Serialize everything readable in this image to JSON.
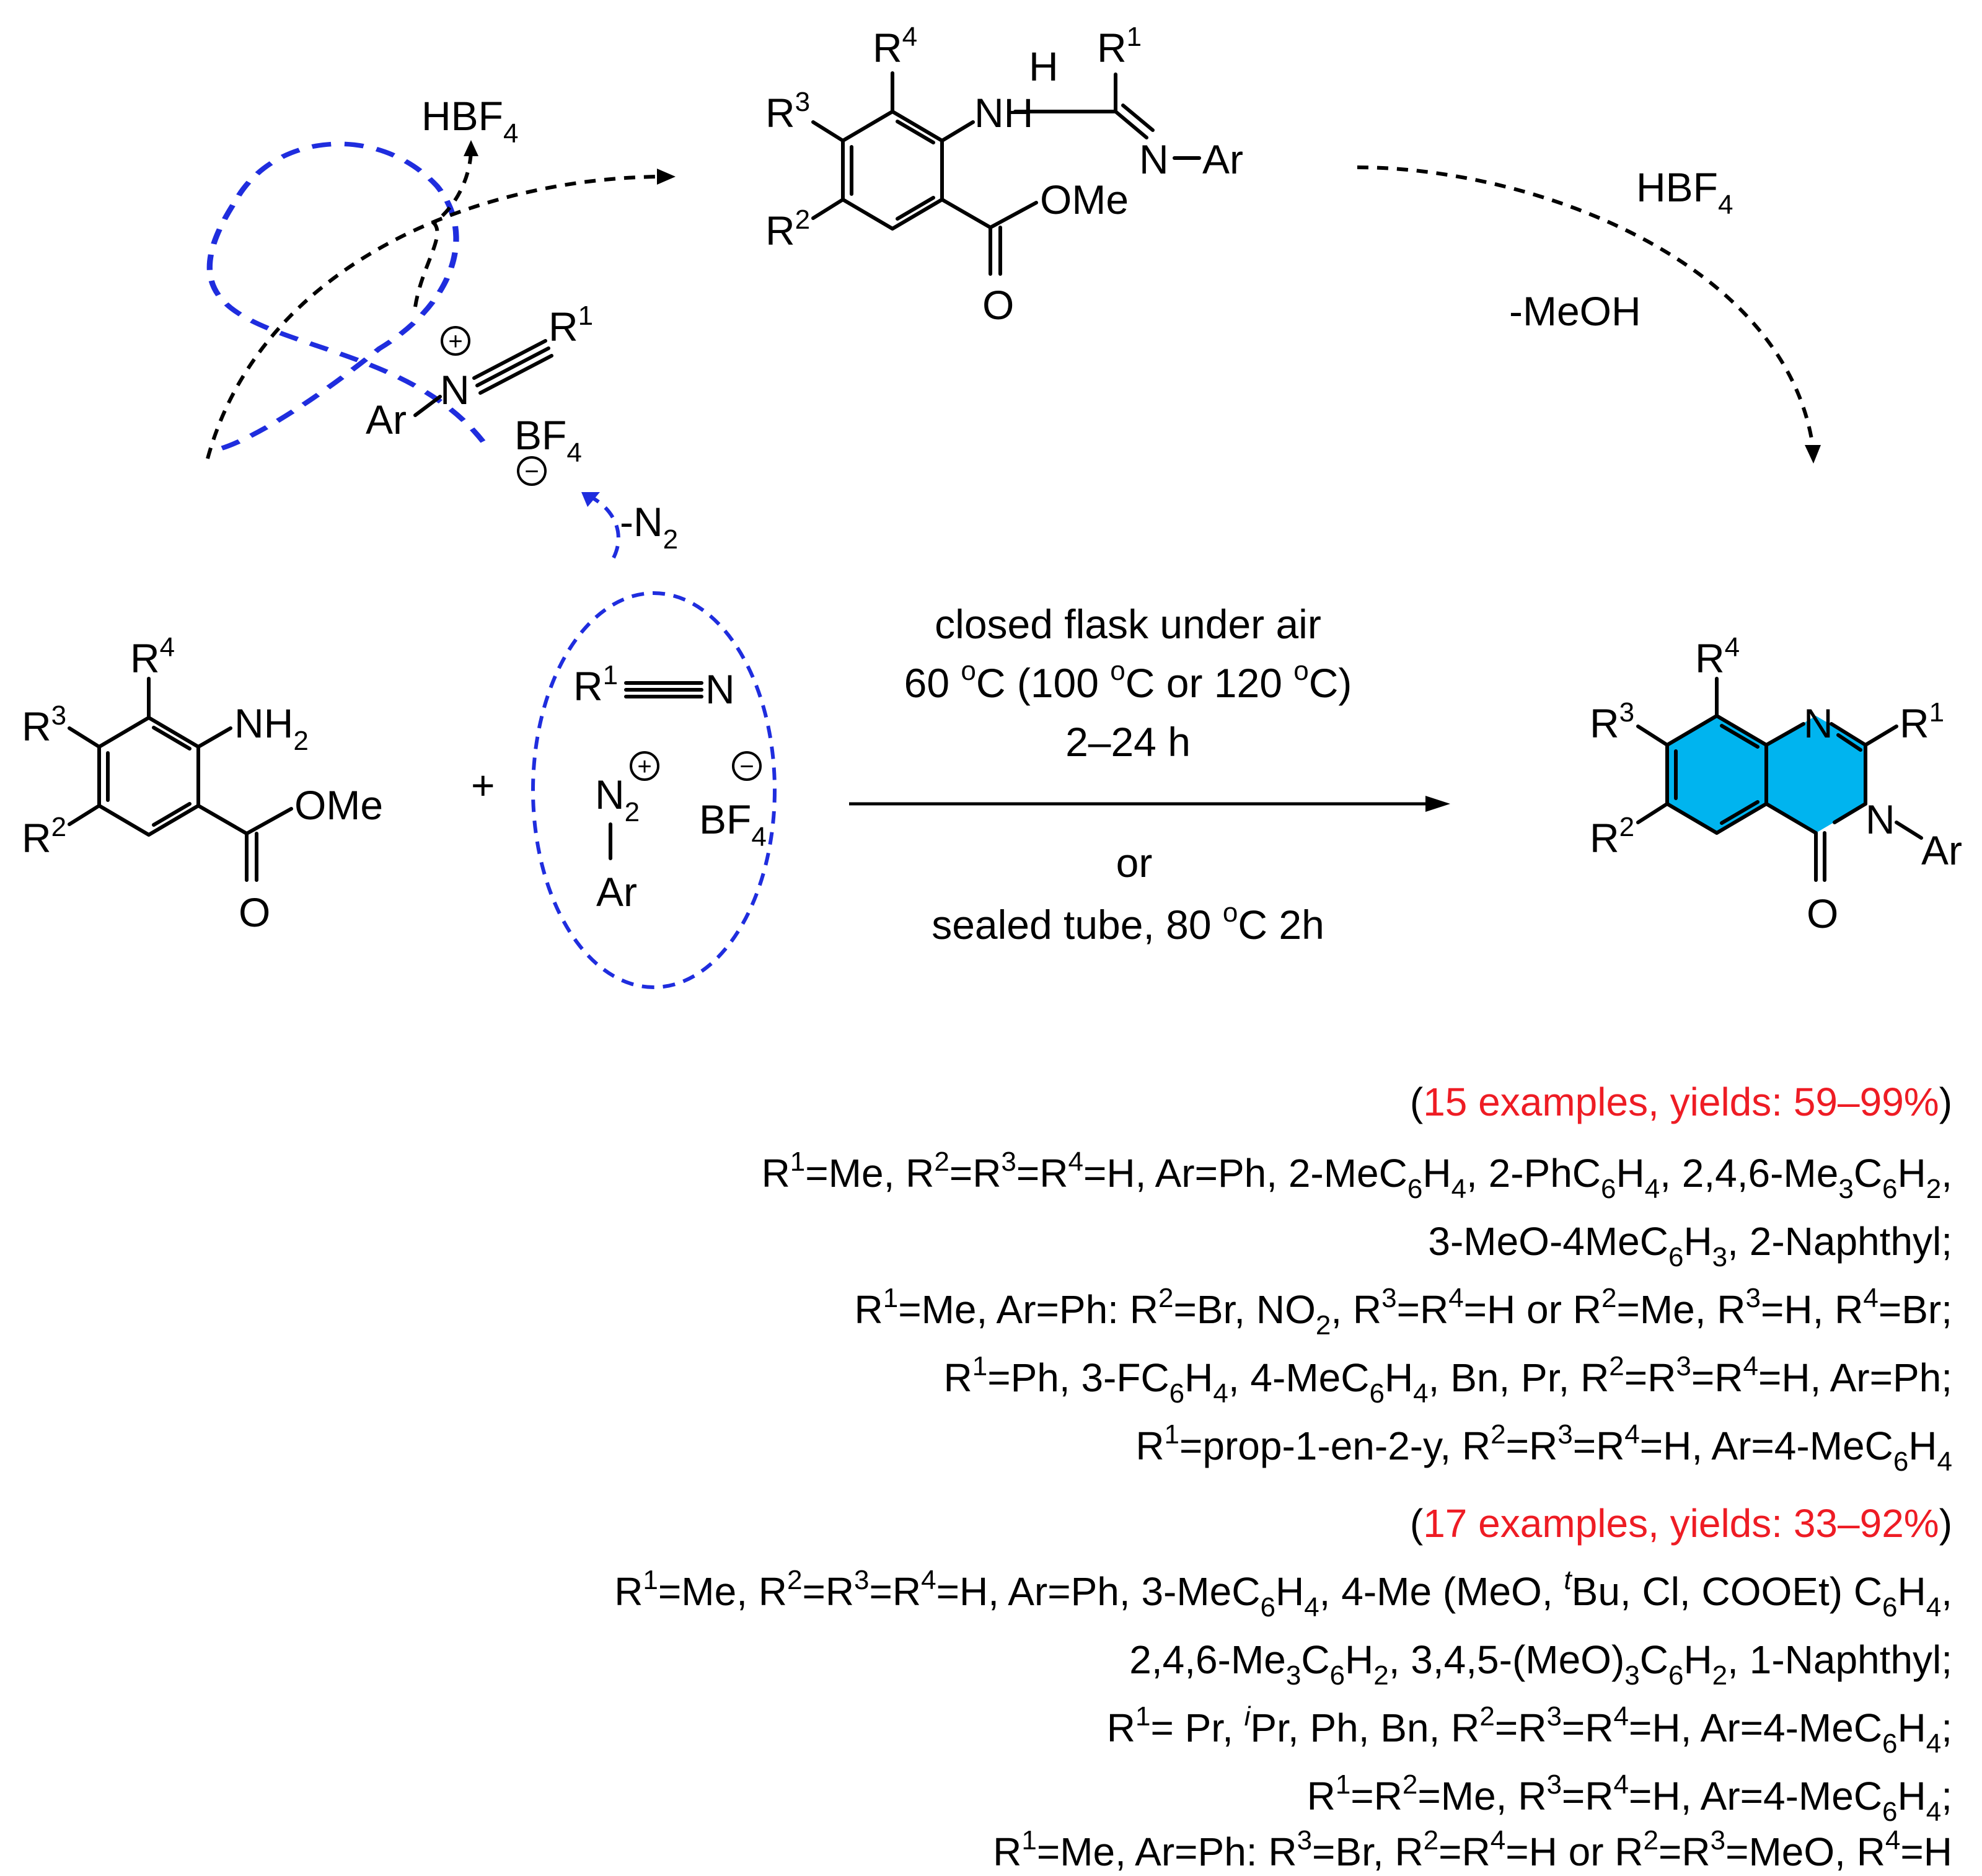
{
  "reagents": {
    "amine": {
      "nh2": "NH",
      "nh2_sub": "2",
      "ester": "OMe",
      "carbonyl_o": "O",
      "r2": "R",
      "r2_sup": "2",
      "r3": "R",
      "r3_sup": "3",
      "r4": "R",
      "r4_sup": "4"
    },
    "plus": "+",
    "nitrile": {
      "r1": "R",
      "r1_sup": "1",
      "n": "N"
    },
    "diazonium": {
      "n2": "N",
      "n2_sub": "2",
      "ar": "Ar",
      "plus_sign": "+",
      "bf4": "BF",
      "bf4_sub": "4",
      "minus_sign": "−"
    }
  },
  "nitrilium": {
    "ar": "Ar",
    "n": "N",
    "r1": "R",
    "r1_sup": "1",
    "bf4": "BF",
    "bf4_sub": "4",
    "plus_sign": "+",
    "minus_sign": "−",
    "loss": "-N",
    "loss_sub": "2"
  },
  "byproduct_hbf4": {
    "text": "HBF",
    "sub": "4"
  },
  "intermediate": {
    "nh": "NH",
    "h": "H",
    "n": "N",
    "ar": "Ar",
    "ester": "OMe",
    "carbonyl_o": "O",
    "r1": "R",
    "r1_sup": "1",
    "r2": "R",
    "r2_sup": "2",
    "r3": "R",
    "r3_sup": "3",
    "r4": "R",
    "r4_sup": "4"
  },
  "cyclization": {
    "acid": "HBF",
    "acid_sub": "4",
    "loss": "-MeOH"
  },
  "conditions": {
    "line1": "closed flask under air",
    "line2_a": "60 ",
    "line2_b": "o",
    "line2_c": "C  (100 ",
    "line2_d": "o",
    "line2_e": "C or 120 ",
    "line2_f": "o",
    "line2_g": "C)",
    "line3": "2–24 h",
    "or": "or",
    "line4_a": "sealed tube, 80 ",
    "line4_b": "o",
    "line4_c": "C 2h"
  },
  "product": {
    "n1": "N",
    "n3": "N",
    "ar": "Ar",
    "carbonyl_o": "O",
    "r1": "R",
    "r1_sup": "1",
    "r2": "R",
    "r2_sup": "2",
    "r3": "R",
    "r3_sup": "3",
    "r4": "R",
    "r4_sup": "4",
    "ring_color": "#00b4ef"
  },
  "scope_1": {
    "header": "15 examples, yields: 59–99%",
    "color": "#ee1c24"
  },
  "scope_2": {
    "header": "17 examples, yields: 33–92%",
    "color": "#ee1c24"
  }
}
